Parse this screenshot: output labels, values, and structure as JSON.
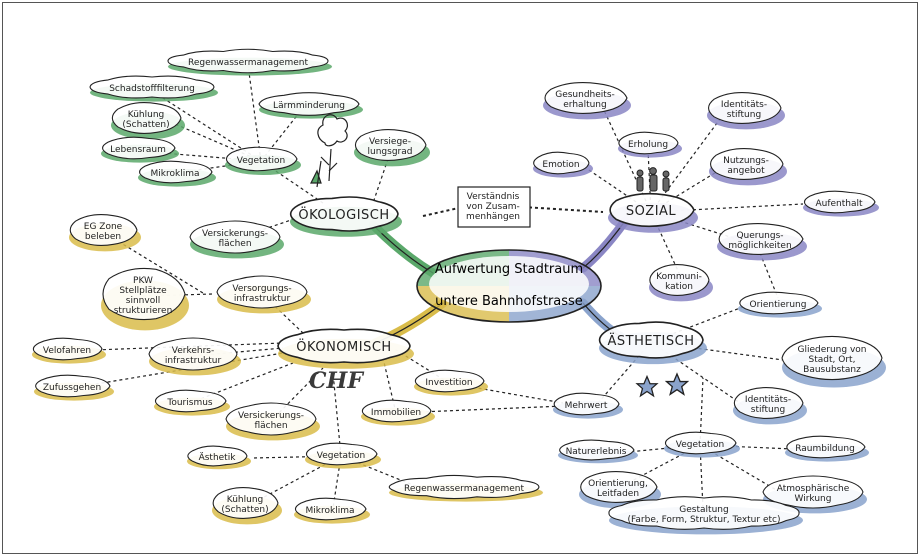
{
  "colors": {
    "green": "#5aa86a",
    "purple": "#8a86c4",
    "yellow": "#d9bc4a",
    "blue": "#8aa3cc",
    "ink": "#222222"
  },
  "center": {
    "line1": "Aufwertung Stadtraum",
    "line2": "untere Bahnhofstrasse"
  },
  "hubs": {
    "oekologisch": "ÖKOLOGISCH",
    "sozial": "SOZIAL",
    "oekonomisch": "ÖKONOMISCH",
    "aesthetisch": "ÄSTHETISCH"
  },
  "link_label": "Verständnis\nvon Zusam-\nmenhängen",
  "chf": "CHF",
  "oeko": {
    "regenwasser": "Regenwassermanagement",
    "schadstoff": "Schadstofffilterung",
    "kuehlung": "Kühlung\n(Schatten)",
    "laerm": "Lärmminderung",
    "lebensraum": "Lebensraum",
    "mikroklima": "Mikroklima",
    "vegetation": "Vegetation",
    "versiegelung": "Versiege-\nlungsgrad",
    "versickerung": "Versickerungs-\nflächen"
  },
  "sozial": {
    "gesundheit": "Gesundheits-\nerhaltung",
    "identitaet": "Identitäts-\nstiftung",
    "erholung": "Erholung",
    "emotion": "Emotion",
    "nutzung": "Nutzungs-\nangebot",
    "aufenthalt": "Aufenthalt",
    "querung": "Querungs-\nmöglichkeiten",
    "kommunikation": "Kommuni-\nkation"
  },
  "oekonomisch": {
    "eg_zone": "EG Zone\nbeleben",
    "pkw": "PKW\nStellplätze\nsinnvoll\nstrukturieren",
    "versorgung": "Versorgungs-\ninfrastruktur",
    "velo": "Velofahren",
    "zufuss": "Zufussgehen",
    "verkehr": "Verkehrs-\ninfrastruktur",
    "tourismus": "Tourismus",
    "versickerung": "Versickerungs-\nflächen",
    "investition": "Investition",
    "immobilien": "Immobilien",
    "vegetation": "Vegetation",
    "aesthetik": "Ästhetik",
    "regenwasser": "Regenwassermanagement",
    "kuehlung": "Kühlung\n(Schatten)",
    "mikroklima": "Mikroklima"
  },
  "aesthetisch": {
    "orientierung": "Orientierung",
    "gliederung": "Gliederung von\nStadt, Ort,\nBausubstanz",
    "identitaet": "Identitäts-\nstiftung",
    "mehrwert": "Mehrwert",
    "vegetation": "Vegetation",
    "naturerlebnis": "Naturerlebnis",
    "raumbildung": "Raumbildung",
    "orient_leitfaden": "Orientierung,\nLeitfaden",
    "atmosphaere": "Atmosphärische\nWirkung",
    "gestaltung": "Gestaltung\n(Farbe, Form, Struktur, Textur etc)"
  }
}
